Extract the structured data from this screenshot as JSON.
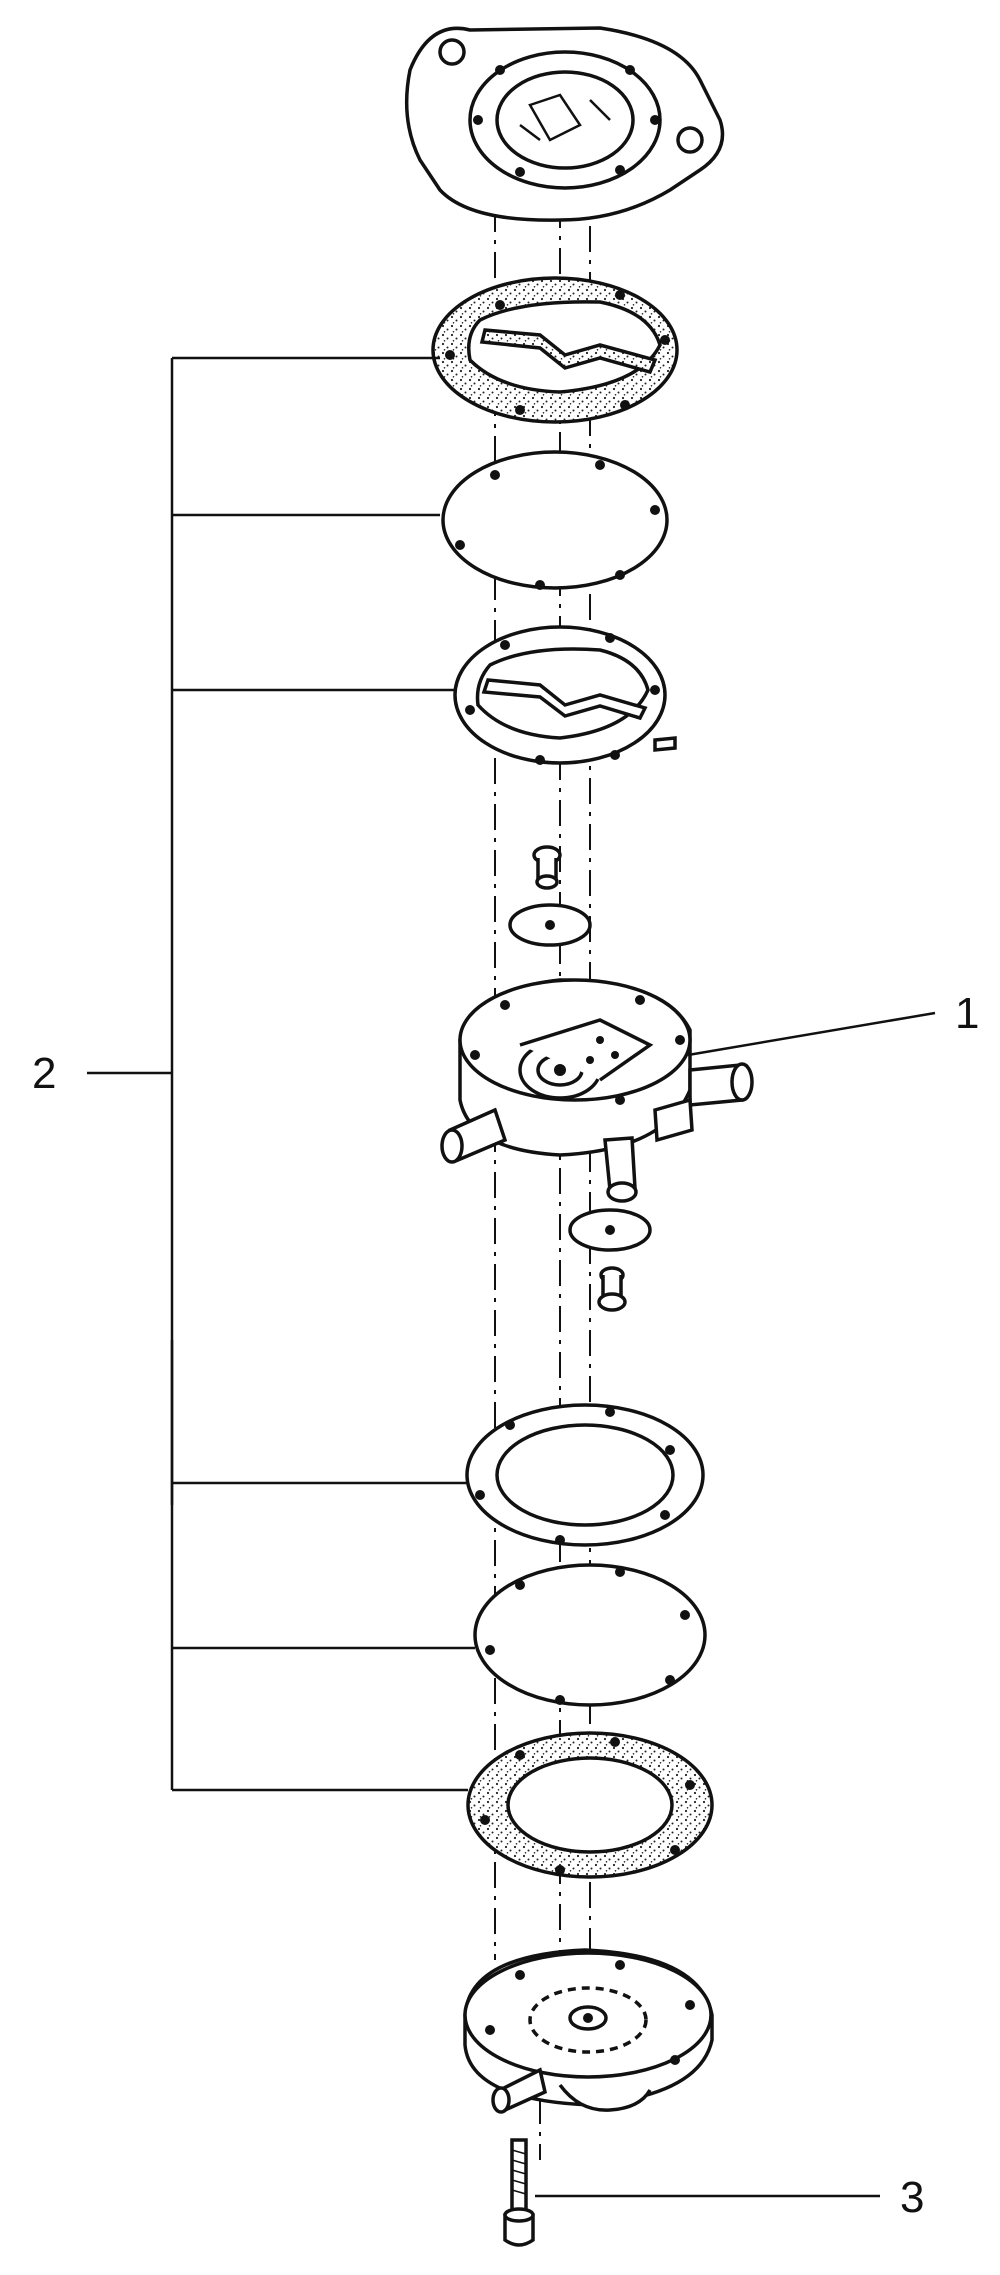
{
  "callouts": [
    {
      "id": "1",
      "label": "1"
    },
    {
      "id": "2",
      "label": "2"
    },
    {
      "id": "3",
      "label": "3"
    }
  ],
  "colors": {
    "ink": "#111111",
    "paper": "#ffffff",
    "stipple": "#bdbdbd"
  }
}
